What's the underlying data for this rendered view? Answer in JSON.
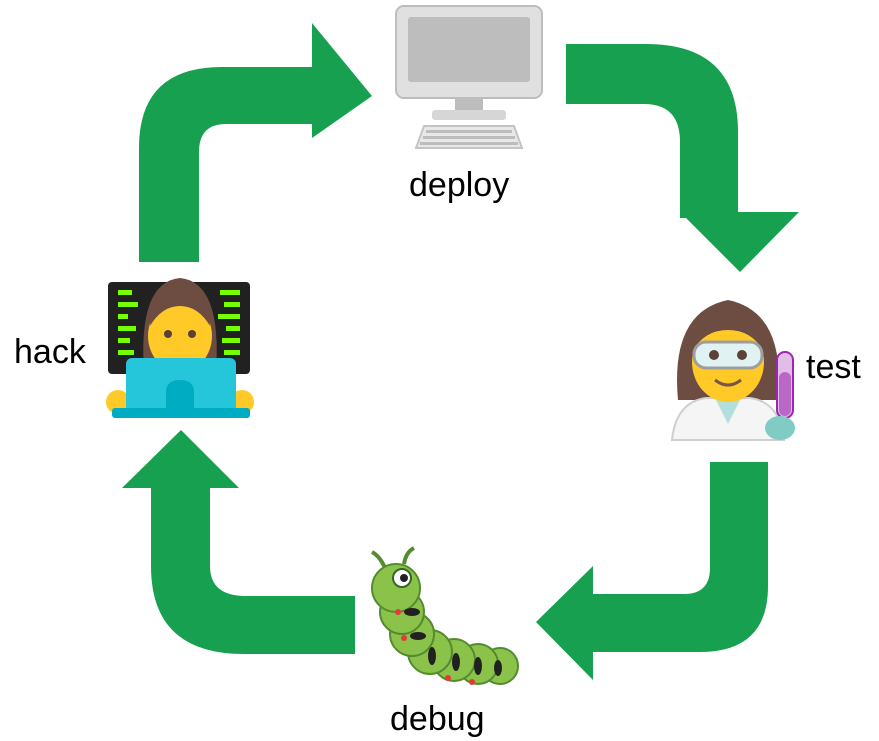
{
  "nodes": {
    "deploy": {
      "label": "deploy",
      "icon": "desktop-computer-icon"
    },
    "test": {
      "label": "test",
      "icon": "woman-scientist-icon"
    },
    "debug": {
      "label": "debug",
      "icon": "caterpillar-bug-icon"
    },
    "hack": {
      "label": "hack",
      "icon": "woman-technologist-icon"
    }
  },
  "colors": {
    "arrow": "#16A04F",
    "skin": "#FFCA28",
    "hair": "#6D4C41",
    "bug_body": "#7CB342",
    "laptop": "#26C6DA",
    "monitor": "#BDBDBD"
  }
}
